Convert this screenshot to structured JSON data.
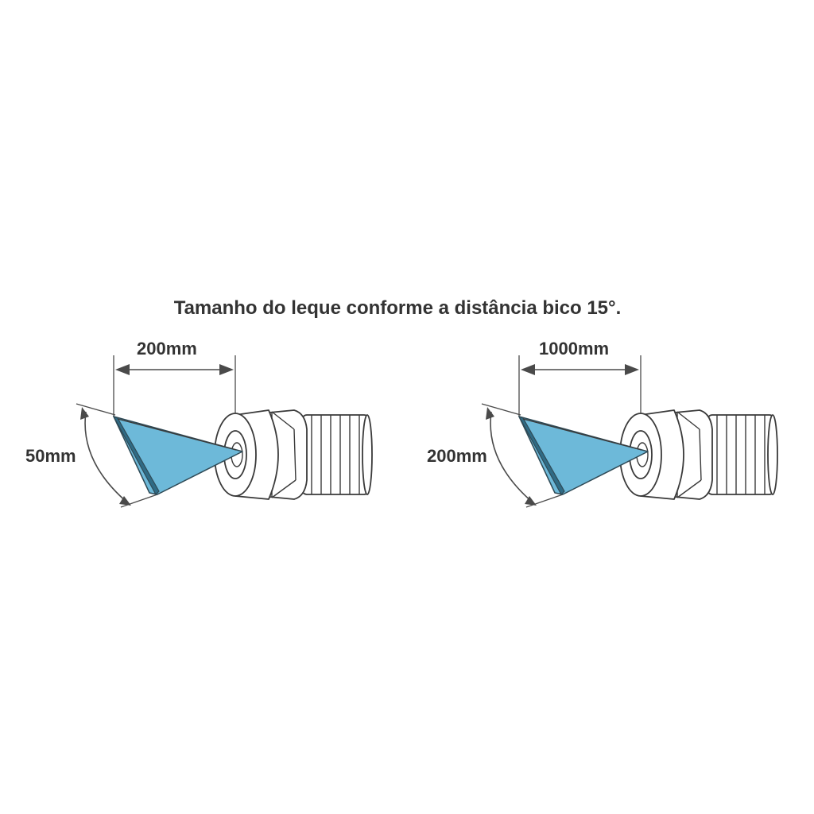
{
  "title": "Tamanho do leque conforme a distância bico 15°.",
  "figures": [
    {
      "distance_label": "200mm",
      "fan_width_label": "50mm"
    },
    {
      "distance_label": "1000mm",
      "fan_width_label": "200mm"
    }
  ],
  "colors": {
    "spray": "#6db9d9",
    "line": "#3a3a3a",
    "text": "#333333"
  }
}
